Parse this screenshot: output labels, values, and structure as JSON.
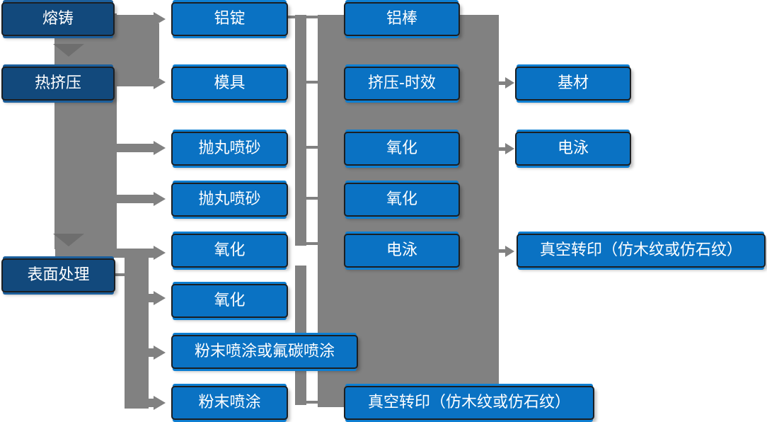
{
  "colors": {
    "primary_blue": "#0a72c3",
    "dark_blue": "#12497c",
    "connector_gray": "#818181",
    "down_arrow_gray": "#6e6e6e",
    "box_border": "#1b1f23",
    "text": "#ffffff"
  },
  "nodes": {
    "col1": [
      "熔铸",
      "热挤压",
      "表面处理"
    ],
    "col2": [
      "铝锭",
      "模具",
      "抛丸喷砂",
      "抛丸喷砂",
      "氧化",
      "氧化",
      "粉末喷涂或氟碳喷涂",
      "粉末喷涂"
    ],
    "col3": [
      "铝棒",
      "挤压-时效",
      "氧化",
      "氧化",
      "电泳",
      "真空转印（仿木纹或仿石纹）"
    ],
    "col4": [
      "基材",
      "电泳",
      "真空转印（仿木纹或仿石纹）"
    ]
  }
}
